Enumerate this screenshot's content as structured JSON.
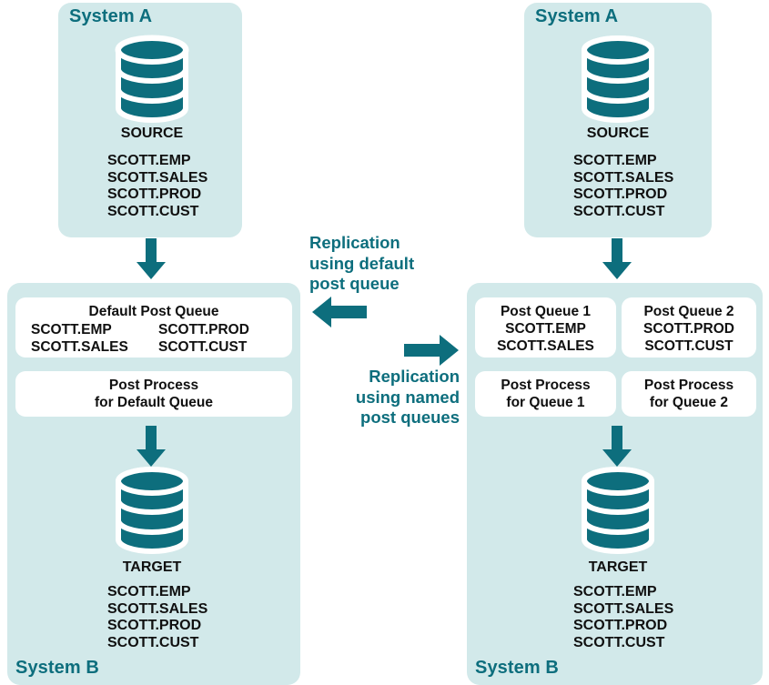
{
  "colors": {
    "panel_bg": "#d2e9ea",
    "teal": "#0d6e7d",
    "box_bg": "#ffffff",
    "text": "#101010"
  },
  "left_flow": {
    "system_a": {
      "label": "System A",
      "db_icon": "database-cylinder-icon",
      "db_caption": "SOURCE",
      "tables": [
        "SCOTT.EMP",
        "SCOTT.SALES",
        "SCOTT.PROD",
        "SCOTT.CUST"
      ]
    },
    "arrow_source_to_queue": "arrow-down-icon",
    "system_b": {
      "label": "System B",
      "queue_box": {
        "title": "Default Post Queue",
        "col_left": [
          "SCOTT.EMP",
          "SCOTT.SALES"
        ],
        "col_right": [
          "SCOTT.PROD",
          "SCOTT.CUST"
        ]
      },
      "process_box": {
        "line1": "Post Process",
        "line2": "for Default Queue"
      },
      "arrow_queue_to_target": "arrow-down-icon",
      "db_icon": "database-cylinder-icon",
      "db_caption": "TARGET",
      "tables": [
        "SCOTT.EMP",
        "SCOTT.SALES",
        "SCOTT.PROD",
        "SCOTT.CUST"
      ]
    }
  },
  "right_flow": {
    "system_a": {
      "label": "System A",
      "db_icon": "database-cylinder-icon",
      "db_caption": "SOURCE",
      "tables": [
        "SCOTT.EMP",
        "SCOTT.SALES",
        "SCOTT.PROD",
        "SCOTT.CUST"
      ]
    },
    "arrow_source_to_queue": "arrow-down-icon",
    "system_b": {
      "label": "System B",
      "queue_box_1": {
        "title": "Post Queue 1",
        "tables": [
          "SCOTT.EMP",
          "SCOTT.SALES"
        ]
      },
      "queue_box_2": {
        "title": "Post Queue 2",
        "tables": [
          "SCOTT.PROD",
          "SCOTT.CUST"
        ]
      },
      "process_box_1": {
        "line1": "Post Process",
        "line2": "for Queue 1"
      },
      "process_box_2": {
        "line1": "Post Process",
        "line2": "for Queue 2"
      },
      "arrow_queue_to_target": "arrow-down-icon",
      "db_icon": "database-cylinder-icon",
      "db_caption": "TARGET",
      "tables": [
        "SCOTT.EMP",
        "SCOTT.SALES",
        "SCOTT.PROD",
        "SCOTT.CUST"
      ]
    }
  },
  "center": {
    "default_flow": {
      "label": "Replication\nusing default\npost queue",
      "arrow": "arrow-left-icon"
    },
    "named_flow": {
      "label": "Replication\nusing named\npost queues",
      "arrow": "arrow-right-icon"
    }
  }
}
